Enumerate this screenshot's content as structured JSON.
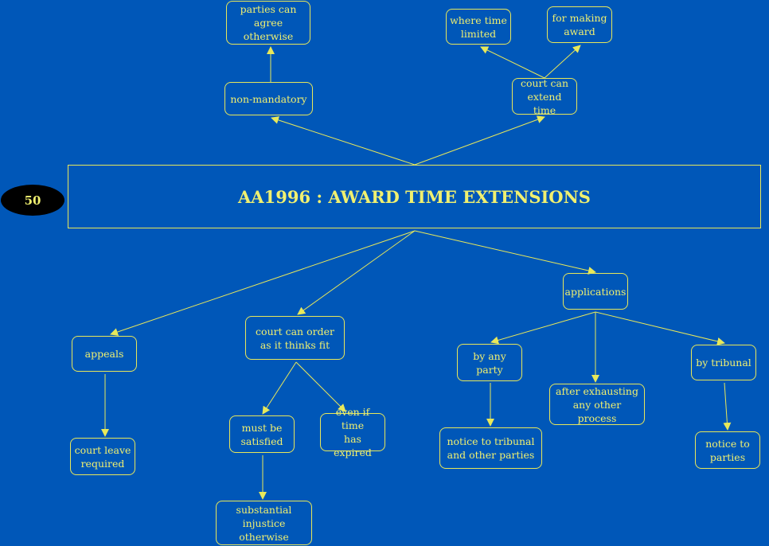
{
  "badge": "50",
  "title": "AA1996 : AWARD TIME EXTENSIONS",
  "nodes": {
    "parties_agree": "parties can\nagree otherwise",
    "non_mandatory": "non-mandatory",
    "where_time_limited": "where time\nlimited",
    "for_making_award": "for making\naward",
    "court_extend": "court can\nextend time",
    "appeals": "appeals",
    "court_leave": "court leave\nrequired",
    "court_order": "court can order\nas it thinks fit",
    "must_be_satisfied": "must be\nsatisfied",
    "even_if_expired": "even if time\nhas expired",
    "substantial_injustice": "substantial\ninjustice otherwise",
    "applications": "applications",
    "by_any_party": "by any\nparty",
    "notice_tribunal": "notice to tribunal\nand other parties",
    "after_exhausting": "after exhausting\nany other process",
    "by_tribunal": "by tribunal",
    "notice_parties": "notice to\nparties"
  },
  "colors": {
    "background": "#0057b8",
    "line": "#e8e85a",
    "text": "#f0f070",
    "badge": "#000000"
  }
}
